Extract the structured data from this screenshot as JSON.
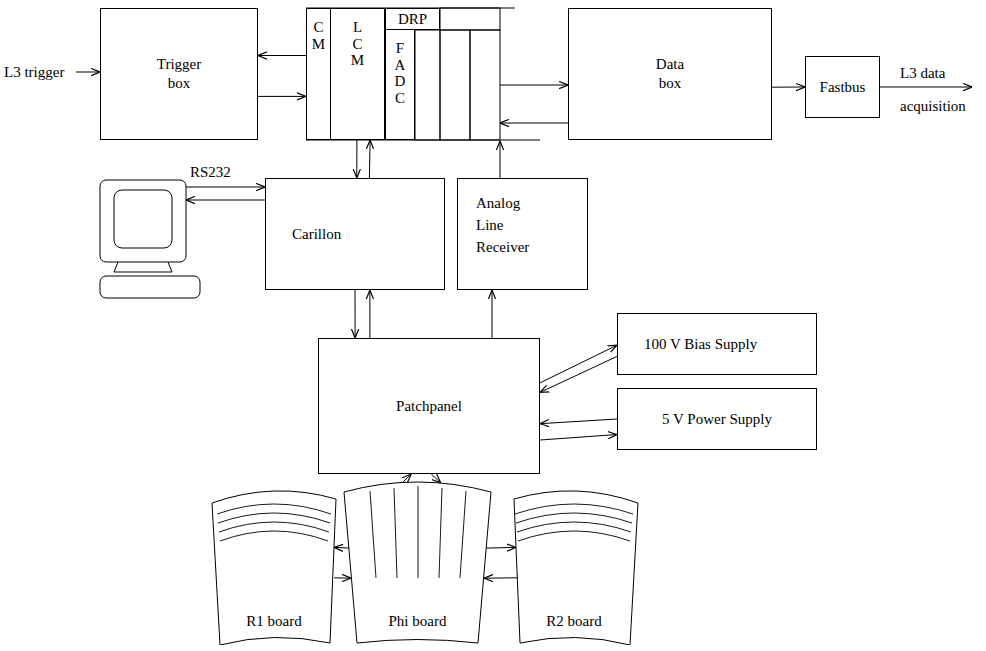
{
  "diagram": {
    "nodes": [
      {
        "text": [
          "Trigger box"
        ]
      },
      {
        "text": [
          "CM"
        ]
      },
      {
        "text": [
          "LCM"
        ]
      },
      {
        "text": [
          "DRP"
        ]
      },
      {
        "text": [
          "FADC"
        ]
      },
      {
        "text": [
          "Data box"
        ]
      },
      {
        "text": [
          "Fastbus"
        ]
      },
      {
        "text": [
          "Carillon"
        ]
      },
      {
        "text": [
          "Analog Line Receiver"
        ]
      },
      {
        "text": [
          "Patchpanel"
        ]
      },
      {
        "text": [
          "100 V Bias Supply"
        ]
      },
      {
        "text": [
          "5 V Power Supply"
        ]
      },
      {
        "text": [
          "R1 board"
        ]
      },
      {
        "text": [
          "Phi board"
        ]
      },
      {
        "text": [
          "R2 board"
        ]
      }
    ],
    "edges": [
      {
        "from": 1,
        "to": 0,
        "arrow": "to"
      },
      {
        "from": 0,
        "to": 1,
        "arrow": "to"
      },
      {
        "from": 2,
        "to": 7,
        "arrow": "to"
      },
      {
        "from": 7,
        "to": 2,
        "arrow": "to"
      },
      {
        "from": 7,
        "to": 9,
        "arrow": "to"
      },
      {
        "from": 9,
        "to": 7,
        "arrow": "to"
      },
      {
        "from": 9,
        "to": 8,
        "arrow": "to"
      },
      {
        "from": 9,
        "to": 10,
        "arrow": "to"
      },
      {
        "from": 10,
        "to": 9,
        "arrow": "to"
      },
      {
        "from": 11,
        "to": 9,
        "arrow": "to"
      },
      {
        "from": 9,
        "to": 11,
        "arrow": "to"
      },
      {
        "from": 9,
        "to": 13,
        "arrow": "to"
      },
      {
        "from": 13,
        "to": 9,
        "arrow": "to"
      },
      {
        "from": 13,
        "to": 12,
        "arrow": "to"
      },
      {
        "from": 12,
        "to": 13,
        "arrow": "to"
      },
      {
        "from": 13,
        "to": 14,
        "arrow": "to"
      },
      {
        "from": 14,
        "to": 13,
        "arrow": "to"
      },
      {
        "from": 5,
        "to": 6,
        "arrow": "to"
      }
    ],
    "labels": [
      "L3 trigger",
      "RS232",
      "L3 data",
      "acquisition"
    ]
  }
}
